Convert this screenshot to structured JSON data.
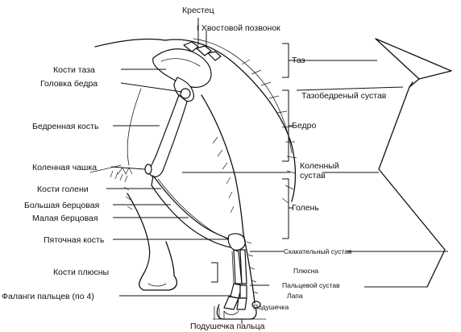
{
  "labels": {
    "krestets": "Крестец",
    "khvost": "I Хвостовой позвонок",
    "taz": "Таз",
    "kosti_taza": "Кости таза",
    "golovka_bedra": "Головка бедра",
    "tazobedr": "Тазобедреный сустав",
    "bedro": "Бедро",
    "bedrennaya": "Бедренная кость",
    "kolennaya_chashka": "Коленная чашка",
    "kolenny_1": "Коленный",
    "kolenny_2": "сустав",
    "kosti_goleni": "Кости голени",
    "golen": "Голень",
    "bolshaya": "Большая берцовая",
    "malaya": "Малая берцовая",
    "pyatochnaya": "Пяточная кость",
    "skakatelny": "Скакательный сустав",
    "kosti_plusny": "Кости плюсны",
    "plusna": "Плюсна",
    "palts_sustav": "Пальцевой сустав",
    "falangi": "Фаланги пальцев (по 4)",
    "lapa": "Лапа",
    "podushechka": "Подушечка",
    "podushechka_paltsa": "Подушечка пальца"
  }
}
